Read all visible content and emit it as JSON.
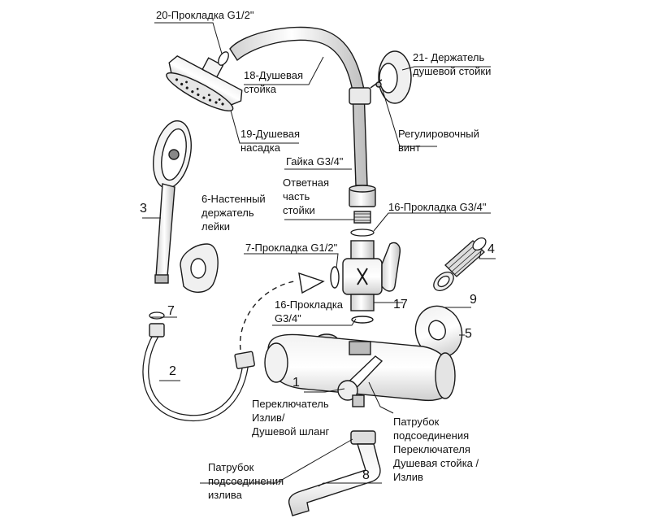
{
  "labels": {
    "gasket_20": "20-Прокладка G1/2\"",
    "shower_riser": [
      "18-Душевая",
      "стойка"
    ],
    "holder_21": [
      "21- Держатель",
      "душевой стойки"
    ],
    "shower_head": [
      "19-Душевая",
      "насадка"
    ],
    "adjust_screw": [
      "Регулировочный",
      "винт"
    ],
    "nut": "Гайка G3/4\"",
    "counterpart": [
      "Ответная",
      "часть",
      "стойки"
    ],
    "wall_holder": [
      "6-Настенный",
      "держатель",
      "лейки"
    ],
    "gasket_16_top": "16-Прокладка G3/4\"",
    "gasket_7": "7-Прокладка G1/2\"",
    "gasket_16_bottom": [
      "16-Прокладка",
      "G3/4\""
    ],
    "switch": [
      "Переключатель",
      "Излив/",
      "Душевой шланг"
    ],
    "switch_connector": [
      "Патрубок",
      "подсоединения",
      "Переключателя",
      "Душевая стойка /",
      "Излив"
    ],
    "spout_connector": [
      "Патрубок",
      "подсоединения",
      "излива"
    ]
  },
  "numbers": {
    "n3": "3",
    "n4": "4",
    "n7": "7",
    "n17": "17",
    "n9": "9",
    "n5": "5",
    "n2": "2",
    "n1": "1",
    "n8": "8"
  },
  "colors": {
    "line": "#1a1a1a",
    "shade": "#d9d9d9",
    "dark_shade": "#8c8c8c"
  }
}
